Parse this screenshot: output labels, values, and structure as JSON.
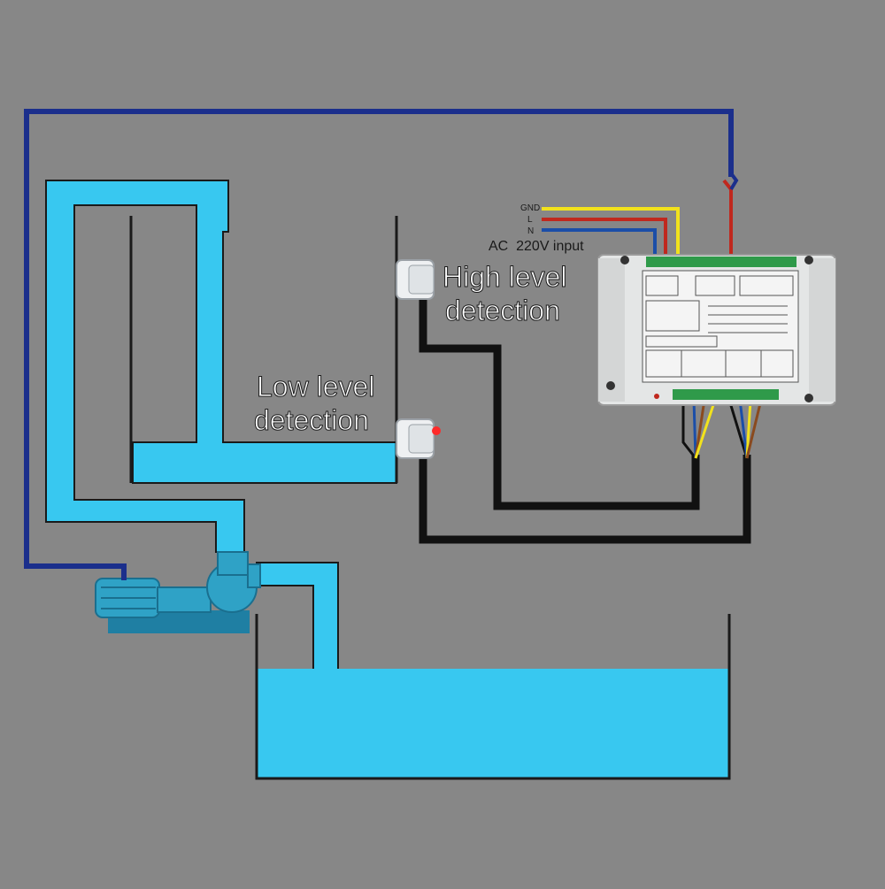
{
  "labels": {
    "high_level": [
      "High level",
      "detection"
    ],
    "low_level": [
      "Low level",
      "detection"
    ],
    "wire_gnd": "GND",
    "wire_l": "L",
    "wire_n": "N",
    "ac_input": "AC  220V input"
  },
  "colors": {
    "background": "#878787",
    "water": "#38c8f0",
    "wire_blue": "#1b2f8c",
    "wire_red": "#c0281e",
    "wire_yellow": "#f2e21c",
    "wire_black": "#111111",
    "wire_brown": "#8a4a1e",
    "controller_body": "#e4e6e6",
    "pump": "#2fa2c6"
  },
  "icons": [
    "pump-icon",
    "high-level-sensor-icon",
    "low-level-sensor-icon",
    "controller-module-icon"
  ]
}
